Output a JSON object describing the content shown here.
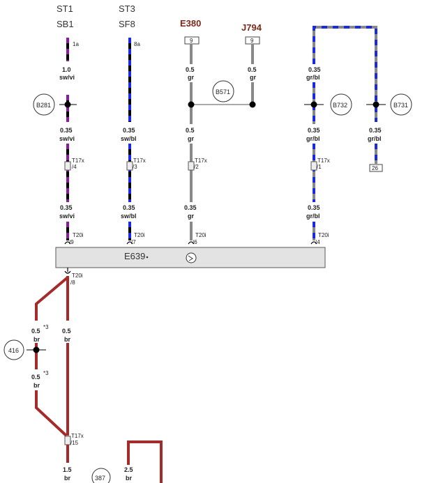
{
  "headers": {
    "st1": "ST1",
    "sb1": "SB1",
    "st3": "ST3",
    "sf8": "SF8",
    "e380": "E380",
    "j794": "J794"
  },
  "pins": {
    "p1a": "1a",
    "p8a": "8a",
    "pe380": "9",
    "pj794": "9",
    "p26": "26"
  },
  "wires": {
    "w1_top_size": "1.0",
    "w1_top_color": "sw/vi",
    "w1_mid_size": "0.35",
    "w1_mid_color": "sw/vi",
    "w1_low_size": "0.35",
    "w1_low_color": "sw/vi",
    "w2_mid_size": "0.35",
    "w2_mid_color": "sw/bl",
    "w2_low_size": "0.35",
    "w2_low_color": "sw/bl",
    "w3_top_size": "0.5",
    "w3_top_color": "gr",
    "w3_mid_size": "0.5",
    "w3_mid_color": "gr",
    "w3_low_size": "0.35",
    "w3_low_color": "gr",
    "w4_top_size": "0.5",
    "w4_top_color": "gr",
    "w5_top_size": "0.35",
    "w5_top_color": "gr/bl",
    "w5_mid_size": "0.35",
    "w5_mid_color": "gr/bl",
    "w5_low_size": "0.35",
    "w5_low_color": "gr/bl",
    "w6_mid_size": "0.35",
    "w6_mid_color": "gr/bl",
    "br_a_size": "0.5",
    "br_a_color": "br",
    "br_b_size": "0.5",
    "br_b_color": "br",
    "br_c_size": "0.5",
    "br_c_color": "br",
    "br_d_size": "1.5",
    "br_d_color": "br",
    "br_e_size": "2.5",
    "br_e_color": "br",
    "note3": "*3"
  },
  "connectors": {
    "t17x_1_name": "T17x",
    "t17x_1_pin": "/4",
    "t17x_2_name": "T17x",
    "t17x_2_pin": "/3",
    "t17x_3_name": "T17x",
    "t17x_3_pin": "/2",
    "t17x_4_name": "T17x",
    "t17x_4_pin": "/1",
    "t20i_1_name": "T20i",
    "t20i_1_pin": "/9",
    "t20i_2_name": "T20i",
    "t20i_2_pin": "/7",
    "t20i_3_name": "T20i",
    "t20i_3_pin": "/6",
    "t20i_4_name": "T20i",
    "t20i_4_pin": "/4",
    "t20i_5_name": "T20i",
    "t20i_5_pin": "/8",
    "t17x_5_name": "T17x",
    "t17x_5_pin": "/15"
  },
  "splices": {
    "b281": "B281",
    "b571": "B571",
    "b732": "B732",
    "b731": "B731",
    "s416": "416",
    "s387": "387"
  },
  "component": {
    "name": "E639"
  }
}
